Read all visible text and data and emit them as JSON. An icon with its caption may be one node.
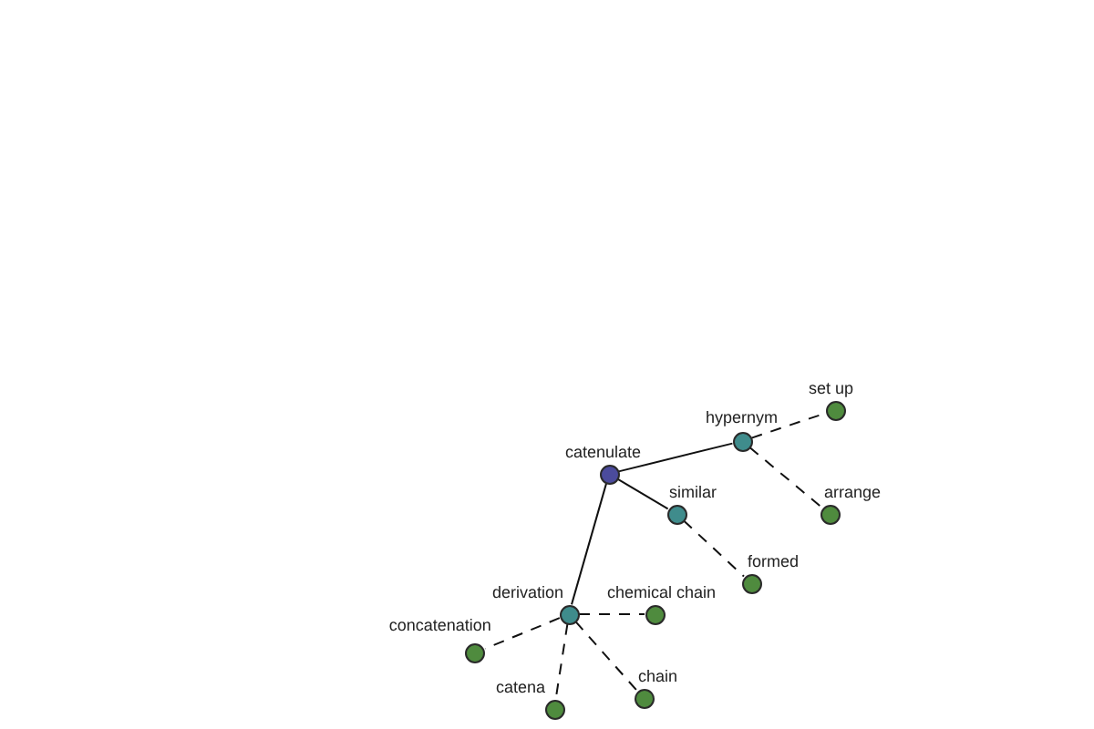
{
  "diagram": {
    "nodes": [
      {
        "text": [
          "catenulate"
        ]
      },
      {
        "text": [
          "hypernym"
        ]
      },
      {
        "text": [
          "set up"
        ]
      },
      {
        "text": [
          "arrange"
        ]
      },
      {
        "text": [
          "similar"
        ]
      },
      {
        "text": [
          "formed"
        ]
      },
      {
        "text": [
          "derivation"
        ]
      },
      {
        "text": [
          "chemical chain"
        ]
      },
      {
        "text": [
          "concatenation"
        ]
      },
      {
        "text": [
          "chain"
        ]
      },
      {
        "text": [
          "catena"
        ]
      }
    ],
    "edges": [
      {
        "from": 0,
        "to": 1,
        "arrow": "none"
      },
      {
        "from": 0,
        "to": 4,
        "arrow": "none"
      },
      {
        "from": 0,
        "to": 6,
        "arrow": "none"
      },
      {
        "from": 1,
        "to": 2,
        "arrow": "none",
        "style": "dashed"
      },
      {
        "from": 1,
        "to": 3,
        "arrow": "none",
        "style": "dashed"
      },
      {
        "from": 4,
        "to": 5,
        "arrow": "none",
        "style": "dashed"
      },
      {
        "from": 6,
        "to": 7,
        "arrow": "none",
        "style": "dashed"
      },
      {
        "from": 6,
        "to": 8,
        "arrow": "none",
        "style": "dashed"
      },
      {
        "from": 6,
        "to": 9,
        "arrow": "none",
        "style": "dashed"
      },
      {
        "from": 6,
        "to": 10,
        "arrow": "none",
        "style": "dashed"
      }
    ]
  }
}
